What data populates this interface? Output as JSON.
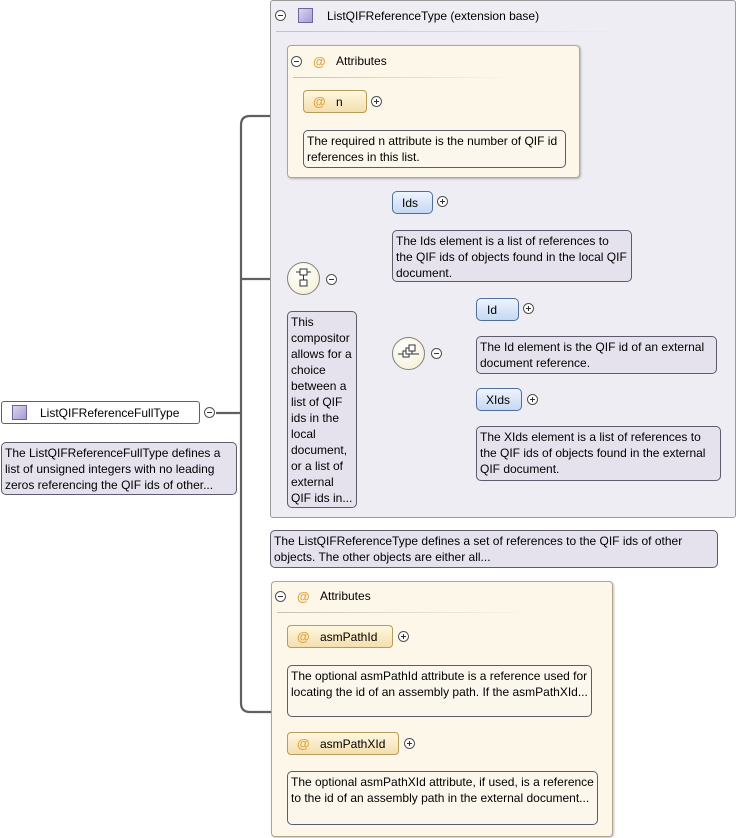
{
  "root": {
    "name": "ListQIFReferenceFullType",
    "doc": "The ListQIFReferenceFullType defines a list of unsigned integers with no leading zeros referencing the QIF ids of other..."
  },
  "extension": {
    "title": "ListQIFReferenceType (extension base)",
    "doc": "The ListQIFReferenceType defines a set of references to the QIF ids of other objects. The other objects are either all...",
    "attributes": {
      "title": "Attributes",
      "n": {
        "name": "n",
        "doc": "The required n attribute is the number of QIF id references in this list."
      }
    },
    "choice_doc": "This compositor allows for a choice between a list of QIF ids in the local document, or a list of external QIF ids in...",
    "ids": {
      "name": "Ids",
      "doc": "The Ids element is a list of references to the QIF ids of objects found in the local QIF document."
    },
    "id": {
      "name": "Id",
      "doc": "The Id element is the QIF id of an external document reference."
    },
    "xids": {
      "name": "XIds",
      "doc": "The XIds element is a list of references to the QIF ids of objects found in the external QIF document."
    }
  },
  "attributes": {
    "title": "Attributes",
    "asmPathId": {
      "name": "asmPathId",
      "doc": "The optional asmPathId attribute is a reference used for locating the id of an assembly path. If the asmPathXId..."
    },
    "asmPathXId": {
      "name": "asmPathXId",
      "doc": "The optional asmPathXId attribute, if used, is a reference to the id of an assembly path in the external document..."
    }
  }
}
